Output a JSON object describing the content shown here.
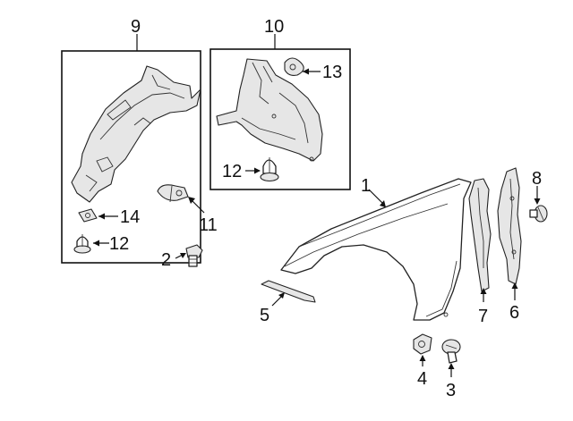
{
  "diagram": {
    "callouts": {
      "c1": "1",
      "c2": "2",
      "c3": "3",
      "c4": "4",
      "c5": "5",
      "c6": "6",
      "c7": "7",
      "c8": "8",
      "c9": "9",
      "c10": "10",
      "c11": "11",
      "c12a": "12",
      "c12b": "12",
      "c13": "13",
      "c14": "14"
    }
  }
}
